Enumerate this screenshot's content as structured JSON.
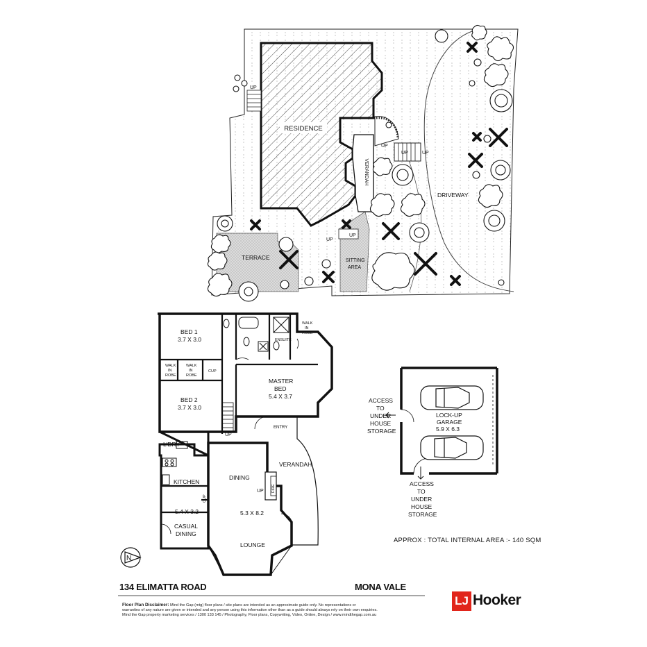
{
  "site": {
    "residence": "RESIDENCE",
    "verandah": "VERANDAH",
    "driveway": "DRIVEWAY",
    "terrace": "TERRACE",
    "sitting_area": "SITTING AREA",
    "up": "UP"
  },
  "floor": {
    "bed1": "BED 1",
    "bed1_size": "3.7 X 3.0",
    "bed2": "BED 2",
    "bed2_size": "3.7 X 3.0",
    "walk_in_robe": "WALK IN ROBE",
    "cup": "CUP",
    "ensuite": "ENSUITE",
    "master_bed": "MASTER BED",
    "master_size": "5.4 X 3.7",
    "ldry": "L'DRY",
    "kitchen": "KITCHEN",
    "kitchen_size": "5.4 X 3.2",
    "casual_dining": "CASUAL DINING",
    "dining": "DINING",
    "lounge": "LOUNGE",
    "lounge_size": "5.3 X 8.2",
    "verandah": "VERANDAH",
    "entry": "ENTRY",
    "fire": "FIRE",
    "up": "UP"
  },
  "garage": {
    "label": "LOCK-UP GARAGE",
    "size": "5.9 X 6.3",
    "access": "ACCESS TO UNDER HOUSE STORAGE"
  },
  "footer": {
    "address": "134 ELIMATTA ROAD",
    "suburb": "MONA VALE",
    "area": "APPROX : TOTAL INTERNAL AREA :- 140 SQM",
    "disclaimer_title": "Floor Plan Disclaimer:",
    "disclaimer_1": "Mind the Gap (mtg) floor plans / site plans are intended as an approximate guide only. No representations or",
    "disclaimer_2": "warranties of any nature are given or intended and any person using this information other than as a guide should always rely on their own enquiries.",
    "disclaimer_3": "Mind the Gap property marketing services / 1300 133 145 / Photography, Floor plans, Copywriting, Video, Online, Design / www.mindthegap.com.au",
    "logo_text": "Hooker",
    "logo_mark": "LJ"
  },
  "colors": {
    "wall": "#111111",
    "paving": "#c8c8c8",
    "logo_red": "#e1251b"
  }
}
